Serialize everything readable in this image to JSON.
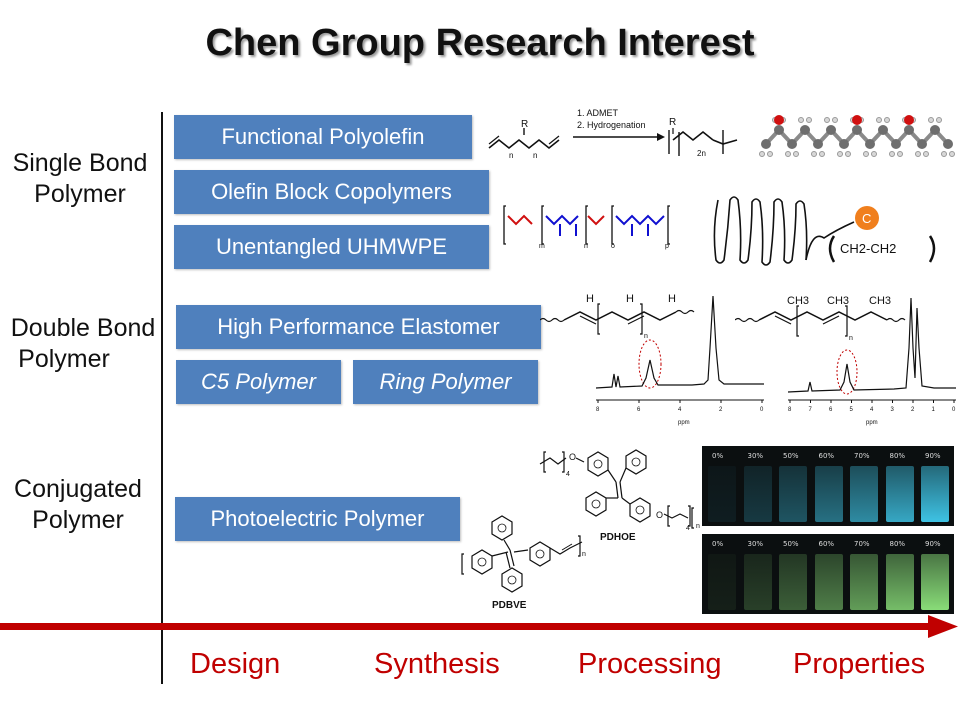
{
  "title": "Chen Group Research Interest",
  "categories": [
    {
      "line1": "Single Bond",
      "line2": "Polymer"
    },
    {
      "line1": "Double Bond",
      "line2": "Polymer"
    },
    {
      "line1": "Conjugated",
      "line2": "Polymer"
    }
  ],
  "boxes": {
    "functional_polyolefin": "Functional Polyolefin",
    "olefin_block": "Olefin Block Copolymers",
    "uhmwpe": "Unentangled UHMWPE",
    "elastomer": "High Performance Elastomer",
    "c5": "C5 Polymer",
    "ring": "Ring Polymer",
    "photoelectric": "Photoelectric Polymer"
  },
  "stages": [
    "Design",
    "Synthesis",
    "Processing",
    "Properties"
  ],
  "admet": {
    "step1": "1. ADMET",
    "step2": "2. Hydrogenation",
    "r": "R",
    "n": "n",
    "two_n": "2n"
  },
  "block_subs": [
    "m",
    "n",
    "o",
    "p"
  ],
  "pe_repeat": "CH2-CH2",
  "catalyst_label": "C",
  "elastomer_h": "H",
  "elastomer_ch3": "CH3",
  "nmr_axis_unit": "ppm",
  "nmr1_ticks": [
    "8",
    "6",
    "4",
    "2",
    "0"
  ],
  "nmr2_ticks": [
    "8",
    "7",
    "6",
    "5",
    "4",
    "3",
    "2",
    "1",
    "0"
  ],
  "polymer_names": {
    "pdhoe": "PDHOE",
    "pdbve": "PDBVE"
  },
  "pdhoe_sub": "4",
  "vial_percents": [
    "0%",
    "30%",
    "50%",
    "60%",
    "70%",
    "80%",
    "90%"
  ],
  "colors": {
    "box": "#4f80bd",
    "arrow": "#c00000",
    "stage_text": "#c00000",
    "vial_blue": "#3fc6e8",
    "vial_green": "#8be07a"
  }
}
